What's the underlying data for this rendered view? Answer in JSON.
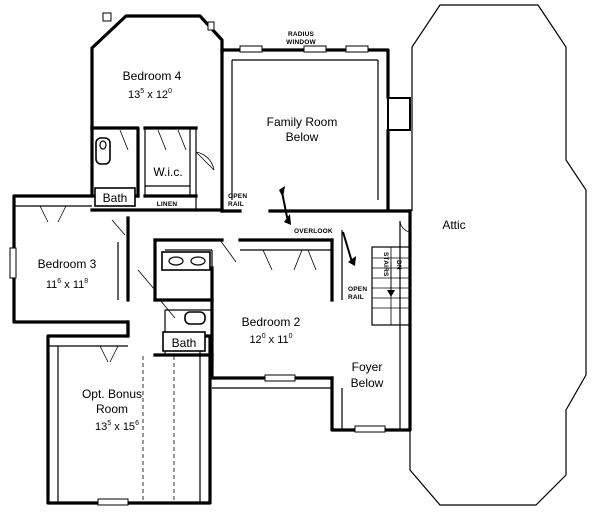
{
  "rooms": {
    "bedroom4": {
      "name": "Bedroom 4",
      "width_ft": "13",
      "width_in": "5",
      "x": "x",
      "depth_ft": "12",
      "depth_in": "0"
    },
    "family_room": {
      "line1": "Family Room",
      "line2": "Below"
    },
    "bedroom3": {
      "name": "Bedroom 3",
      "width_ft": "11",
      "width_in": "6",
      "x": "x",
      "depth_ft": "11",
      "depth_in": "8"
    },
    "bedroom2": {
      "name": "Bedroom 2",
      "width_ft": "12",
      "width_in": "0",
      "x": "x",
      "depth_ft": "11",
      "depth_in": "0"
    },
    "bonus_room": {
      "line1": "Opt. Bonus",
      "line2": "Room",
      "width_ft": "13",
      "width_in": "5",
      "x": "x",
      "depth_ft": "15",
      "depth_in": "6"
    },
    "foyer": {
      "line1": "Foyer",
      "line2": "Below"
    },
    "attic": {
      "name": "Attic"
    },
    "wic": {
      "name": "W.i.c."
    },
    "bath_upper": {
      "name": "Bath"
    },
    "bath_lower": {
      "name": "Bath"
    }
  },
  "notes": {
    "radius_window_1": "RADIUS",
    "radius_window_2": "WINDOW",
    "linen": "LINEN",
    "open_rail_1a": "OPEN",
    "open_rail_1b": "RAIL",
    "overlook": "OVERLOOK",
    "open_rail_2a": "OPEN",
    "open_rail_2b": "RAIL",
    "stairs_1": "STAIRS",
    "stairs_2": "DN"
  }
}
